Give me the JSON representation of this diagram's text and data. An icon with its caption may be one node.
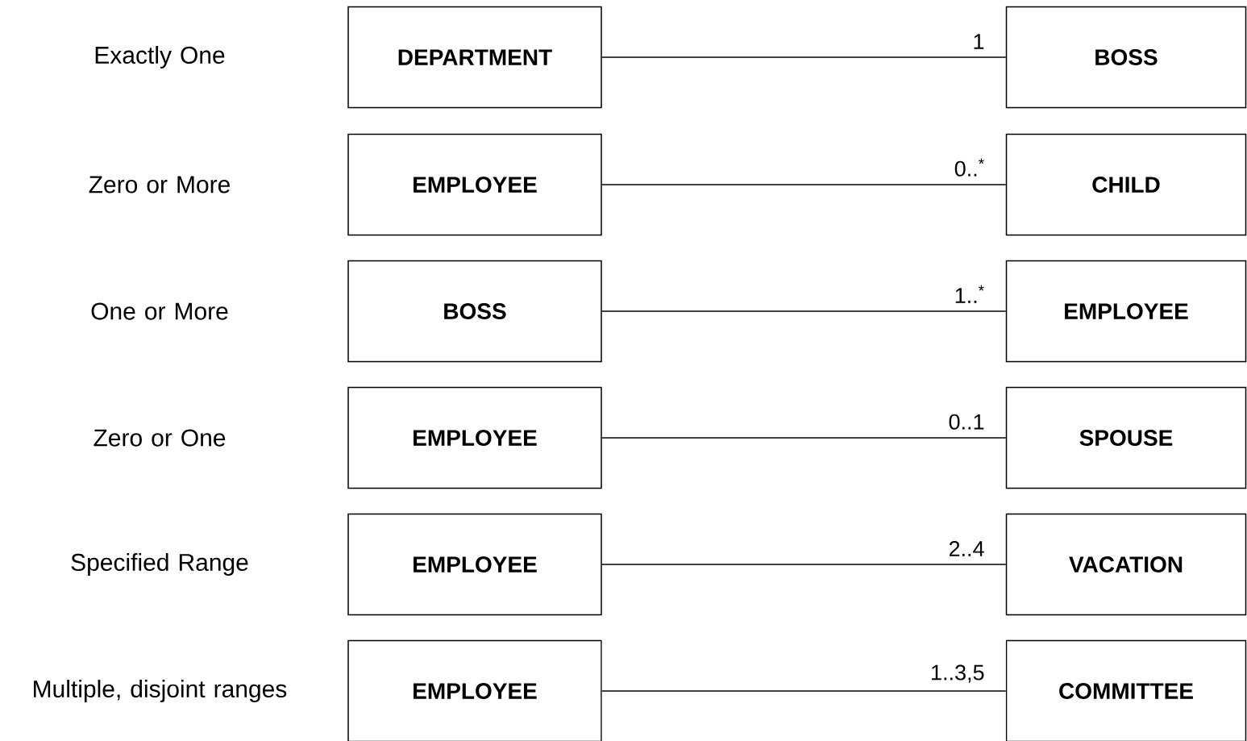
{
  "diagram": {
    "nodes": [
      {
        "text": [
          "DEPARTMENT"
        ]
      },
      {
        "text": [
          "BOSS"
        ]
      },
      {
        "text": [
          "EMPLOYEE"
        ]
      },
      {
        "text": [
          "CHILD"
        ]
      },
      {
        "text": [
          "BOSS"
        ]
      },
      {
        "text": [
          "EMPLOYEE"
        ]
      },
      {
        "text": [
          "EMPLOYEE"
        ]
      },
      {
        "text": [
          "SPOUSE"
        ]
      },
      {
        "text": [
          "EMPLOYEE"
        ]
      },
      {
        "text": [
          "VACATION"
        ]
      },
      {
        "text": [
          "EMPLOYEE"
        ]
      },
      {
        "text": [
          "COMMITTEE"
        ]
      }
    ],
    "edges": [
      {
        "from": 0,
        "to": 1,
        "arrow": "none",
        "label": "1"
      },
      {
        "from": 2,
        "to": 3,
        "arrow": "none",
        "label": "0..$^{*}$"
      },
      {
        "from": 4,
        "to": 5,
        "arrow": "none",
        "label": "1..$^{*}$"
      },
      {
        "from": 6,
        "to": 7,
        "arrow": "none",
        "label": "0..1"
      },
      {
        "from": 8,
        "to": 9,
        "arrow": "none",
        "label": "2..4"
      },
      {
        "from": 10,
        "to": 11,
        "arrow": "none",
        "label": "1..3,5"
      }
    ],
    "labels": [
      "Exactly One",
      "Zero or More",
      "One or More",
      "Zero or One",
      "Specified Range",
      "Multiple, disjoint ranges"
    ]
  }
}
